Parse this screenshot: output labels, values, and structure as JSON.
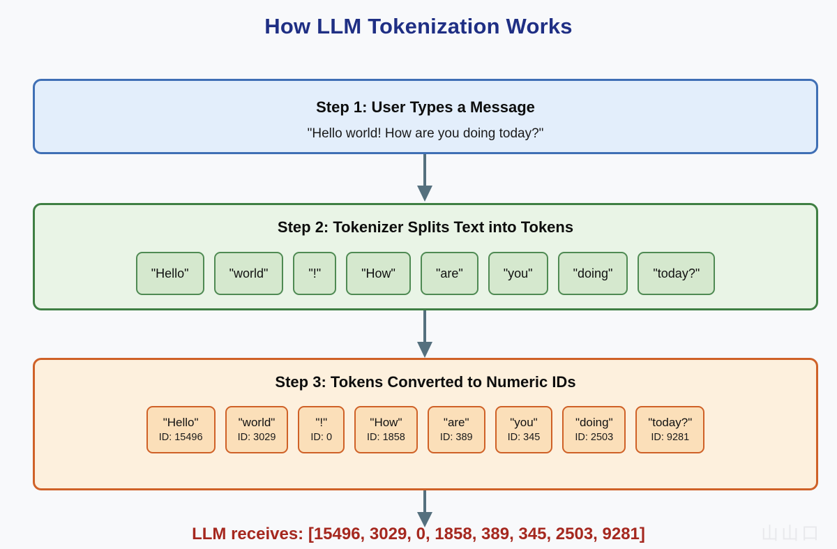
{
  "title": "How LLM Tokenization Works",
  "colors": {
    "background": "#f8f9fb",
    "title": "#1f2f84",
    "step1_border": "#3f6fb5",
    "step1_fill": "#e3eefb",
    "step2_border": "#3f7f43",
    "step2_fill": "#e9f4e6",
    "step3_border": "#cf6127",
    "step3_fill": "#fdf0dd",
    "chip_token_fill": "#d5e8ce",
    "chip_token_border": "#4f8a53",
    "chip_id_fill": "#fbdfb9",
    "chip_id_border": "#cf6127",
    "arrow": "#55707e",
    "footer": "#a5281f"
  },
  "step1": {
    "heading": "Step 1: User Types a Message",
    "message": "\"Hello world! How are you doing today?\""
  },
  "step2": {
    "heading": "Step 2: Tokenizer Splits Text into Tokens",
    "tokens": [
      "\"Hello\"",
      "\"world\"",
      "\"!\"",
      "\"How\"",
      "\"are\"",
      "\"you\"",
      "\"doing\"",
      "\"today?\""
    ]
  },
  "step3": {
    "heading": "Step 3: Tokens Converted to Numeric IDs",
    "tokens": [
      {
        "text": "\"Hello\"",
        "id_label": "ID: 15496"
      },
      {
        "text": "\"world\"",
        "id_label": "ID: 3029"
      },
      {
        "text": "\"!\"",
        "id_label": "ID: 0"
      },
      {
        "text": "\"How\"",
        "id_label": "ID: 1858"
      },
      {
        "text": "\"are\"",
        "id_label": "ID: 389"
      },
      {
        "text": "\"you\"",
        "id_label": "ID: 345"
      },
      {
        "text": "\"doing\"",
        "id_label": "ID: 2503"
      },
      {
        "text": "\"today?\"",
        "id_label": "ID: 9281"
      }
    ]
  },
  "footer": {
    "text": "LLM receives: [15496, 3029, 0, 1858, 389, 345, 2503, 9281]"
  },
  "watermark": {
    "text": "山山口"
  },
  "arrows": [
    {
      "name": "arrow-step1-to-step2"
    },
    {
      "name": "arrow-step2-to-step3"
    },
    {
      "name": "arrow-step3-to-output"
    }
  ]
}
